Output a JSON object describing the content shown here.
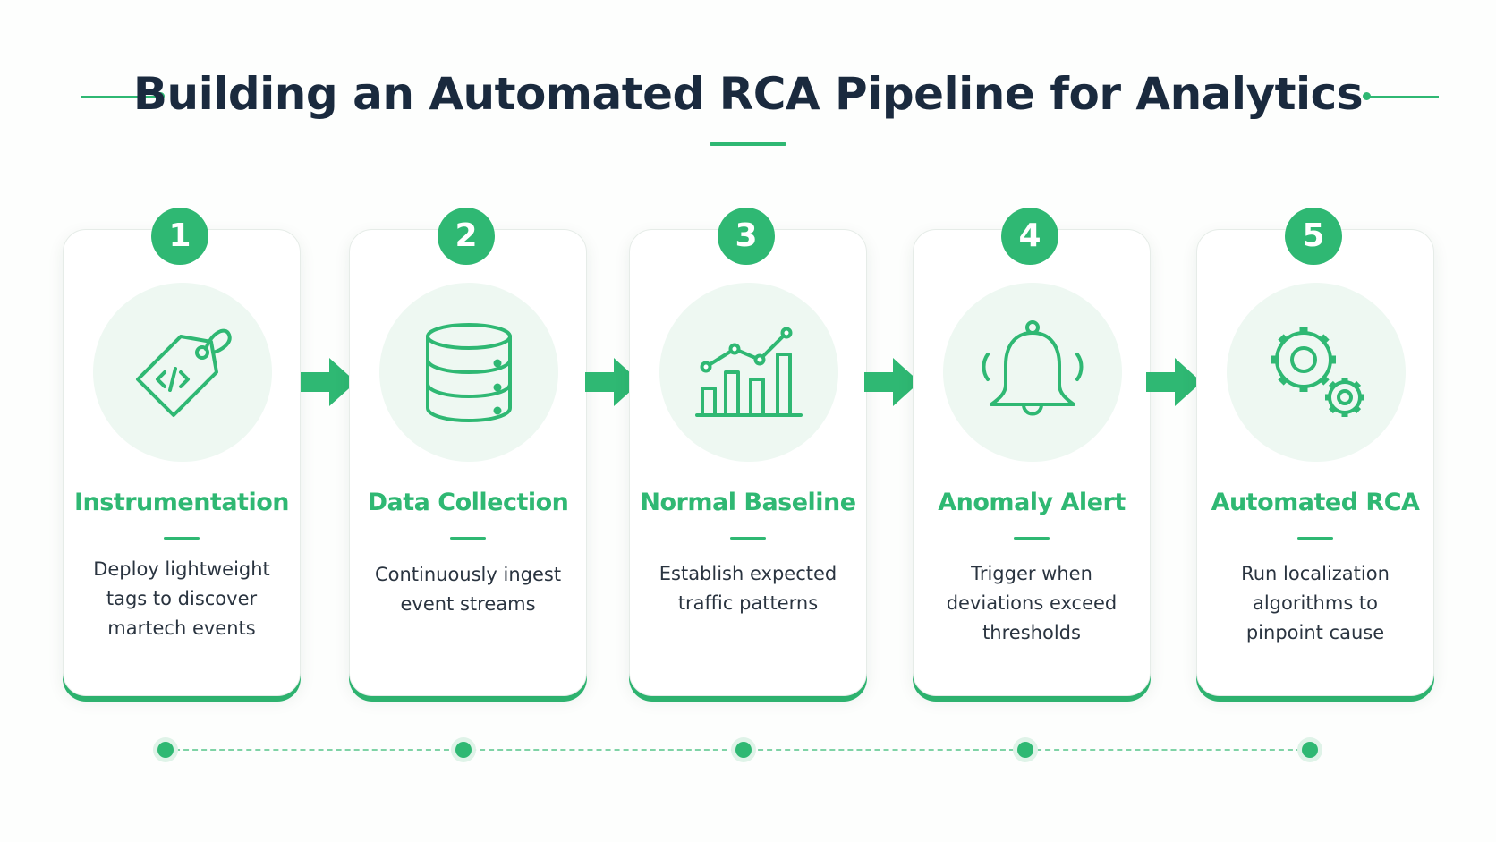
{
  "title": "Building an Automated RCA Pipeline for Analytics",
  "colors": {
    "accent": "#2fb873",
    "title_text": "#1a2a3e",
    "body_text": "#2a3440",
    "icon_bg": "#eef8f2"
  },
  "steps": [
    {
      "number": "1",
      "title": "Instrumentation",
      "icon": "code-tag-icon",
      "description_lines": [
        "Deploy lightweight",
        "tags to discover",
        "martech events"
      ]
    },
    {
      "number": "2",
      "title": "Data Collection",
      "icon": "database-icon",
      "description_lines": [
        "Continuously ingest",
        "event streams"
      ]
    },
    {
      "number": "3",
      "title": "Normal Baseline",
      "icon": "chart-trend-icon",
      "description_lines": [
        "Establish expected",
        "traffic patterns"
      ]
    },
    {
      "number": "4",
      "title": "Anomaly Alert",
      "icon": "bell-icon",
      "description_lines": [
        "Trigger when",
        "deviations exceed",
        "thresholds"
      ]
    },
    {
      "number": "5",
      "title": "Automated RCA",
      "icon": "gears-icon",
      "description_lines": [
        "Run localization",
        "algorithms to",
        "pinpoint cause"
      ]
    }
  ]
}
